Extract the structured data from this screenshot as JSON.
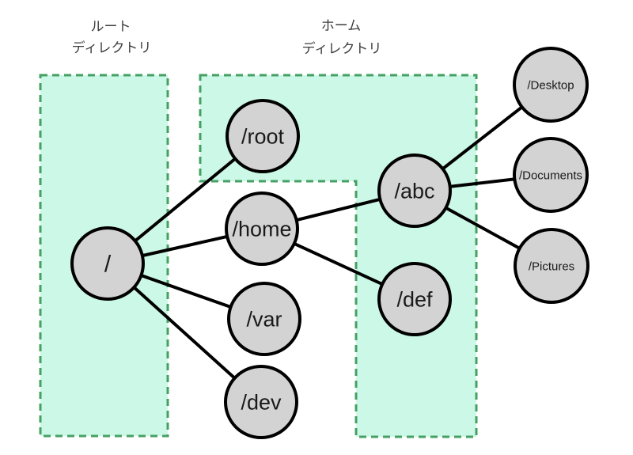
{
  "regions": [
    {
      "id": "root-directory",
      "label_line1": "ルート",
      "label_line2": "ディレクトリ"
    },
    {
      "id": "home-directory",
      "label_line1": "ホーム",
      "label_line2": "ディレクトリ"
    }
  ],
  "nodes": [
    {
      "id": "slash",
      "label": "/"
    },
    {
      "id": "root",
      "label": "/root"
    },
    {
      "id": "home",
      "label": "/home"
    },
    {
      "id": "var",
      "label": "/var"
    },
    {
      "id": "dev",
      "label": "/dev"
    },
    {
      "id": "abc",
      "label": "/abc"
    },
    {
      "id": "def",
      "label": "/def"
    },
    {
      "id": "desktop",
      "label": "/Desktop"
    },
    {
      "id": "documents",
      "label": "/Documents"
    },
    {
      "id": "pictures",
      "label": "/Pictures"
    }
  ],
  "edges": [
    {
      "from": "/",
      "to": "/root"
    },
    {
      "from": "/",
      "to": "/home"
    },
    {
      "from": "/",
      "to": "/var"
    },
    {
      "from": "/",
      "to": "/dev"
    },
    {
      "from": "/home",
      "to": "/abc"
    },
    {
      "from": "/home",
      "to": "/def"
    },
    {
      "from": "/abc",
      "to": "/Desktop"
    },
    {
      "from": "/abc",
      "to": "/Documents"
    },
    {
      "from": "/abc",
      "to": "/Pictures"
    }
  ],
  "colors": {
    "region_fill": "#ccf8e7",
    "region_border": "#46a064",
    "node_fill": "#d4d3d4",
    "node_border": "#000000",
    "edge": "#000000",
    "node_text": "#1a1a1a",
    "region_label_text": "#3d3d3d",
    "background": "#ffffff"
  }
}
